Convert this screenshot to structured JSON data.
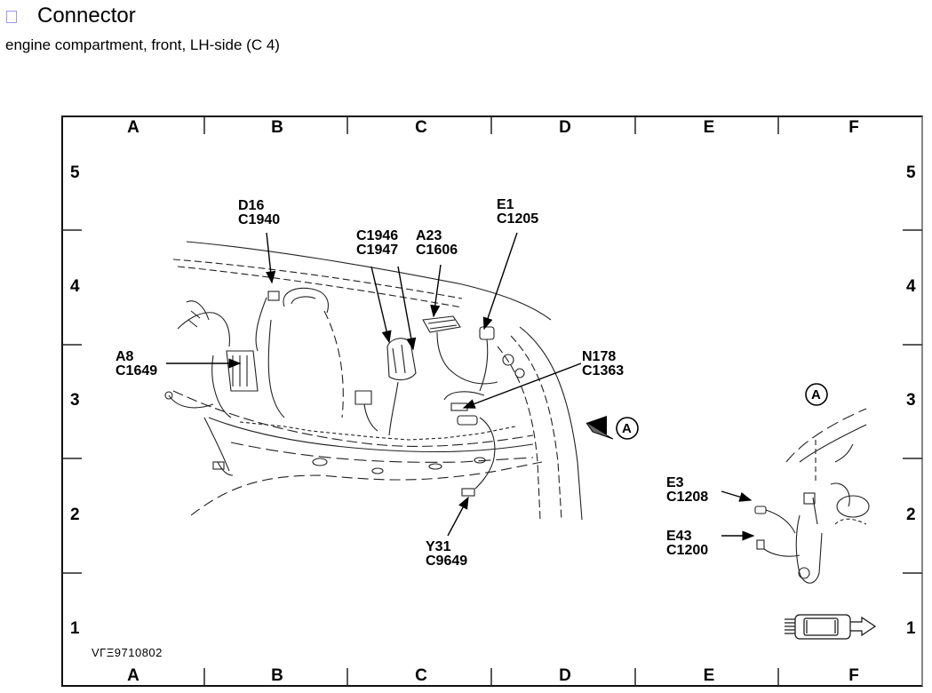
{
  "header": {
    "icon": "checkbox-square-icon",
    "title": "Connector",
    "subtitle": "engine compartment, front, LH-side (C 4)"
  },
  "grid": {
    "columns": [
      "A",
      "B",
      "C",
      "D",
      "E",
      "F"
    ],
    "rows": [
      "5",
      "4",
      "3",
      "2",
      "1"
    ]
  },
  "callouts": [
    {
      "id": "d16",
      "line1": "D16",
      "line2": "C1940"
    },
    {
      "id": "c1946",
      "line1": "C1946",
      "line2": "C1947"
    },
    {
      "id": "a23",
      "line1": "A23",
      "line2": "C1606"
    },
    {
      "id": "e1",
      "line1": "E1",
      "line2": "C1205"
    },
    {
      "id": "a8",
      "line1": "A8",
      "line2": "C1649"
    },
    {
      "id": "n178",
      "line1": "N178",
      "line2": "C1363"
    },
    {
      "id": "y31",
      "line1": "Y31",
      "line2": "C9649"
    },
    {
      "id": "e3",
      "line1": "E3",
      "line2": "C1208"
    },
    {
      "id": "e43",
      "line1": "E43",
      "line2": "C1200"
    }
  ],
  "view_marker": {
    "label": "A",
    "detail_label": "A"
  },
  "figure_code": "VΓΞ9710802",
  "direction_icon": "vehicle-forward-direction-icon"
}
